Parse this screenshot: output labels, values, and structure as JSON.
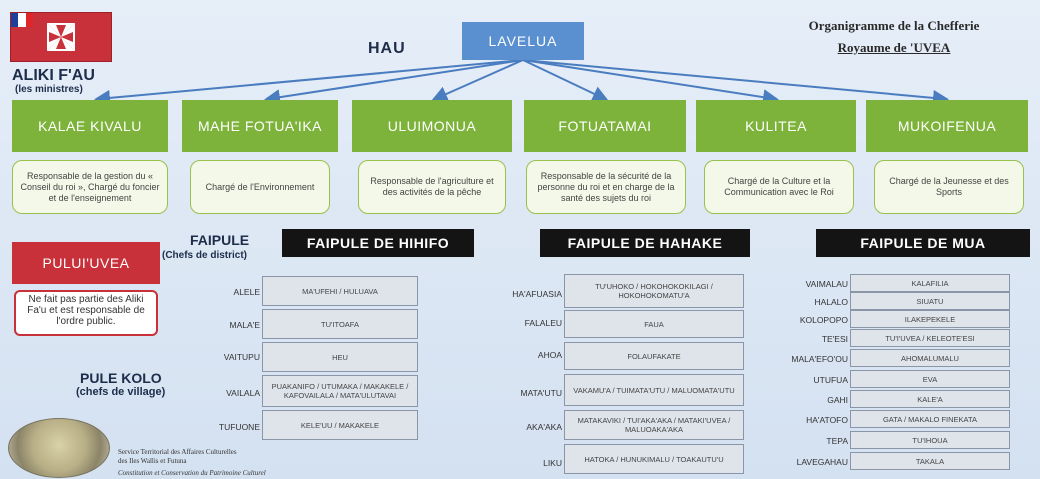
{
  "header": {
    "hau": "HAU",
    "lavelua": "LAVELUA",
    "org_title_line1": "Organigramme de la Chefferie",
    "org_title_line2": "Royaume de 'UVEA"
  },
  "aliki": {
    "title": "ALIKI F'AU",
    "subtitle": "(les ministres)"
  },
  "ministers": [
    {
      "name": "KALAE KIVALU",
      "desc": "Responsable de la gestion du « Conseil du roi », Chargé du foncier et de l'enseignement"
    },
    {
      "name": "MAHE FOTUA'IKA",
      "desc": "Chargé de l'Environnement"
    },
    {
      "name": "ULUIMONUA",
      "desc": "Responsable de l'agriculture et des activités de la pêche"
    },
    {
      "name": "FOTUATAMAI",
      "desc": "Responsable de la sécurité de la personne du roi et en charge de la santé des sujets du roi"
    },
    {
      "name": "KULITEA",
      "desc": "Chargé de la Culture et la Communication avec le Roi"
    },
    {
      "name": "MUKOIFENUA",
      "desc": "Chargé de la Jeunesse et des Sports"
    }
  ],
  "pului": {
    "title": "PULUI'UVEA",
    "note": "Ne fait pas partie des Aliki Fa'u et est responsable de l'ordre public."
  },
  "faipule": {
    "title": "FAIPULE",
    "subtitle": "(Chefs de district)"
  },
  "pulekolo": {
    "title": "PULE KOLO",
    "subtitle": "(chefs de village)"
  },
  "districts": [
    {
      "name": "FAIPULE DE HIHIFO",
      "villages": [
        {
          "label": "ALELE",
          "chiefs": "MA'UFEHI / HULUAVA"
        },
        {
          "label": "MALA'E",
          "chiefs": "TU'ITOAFA"
        },
        {
          "label": "VAITUPU",
          "chiefs": "HEU"
        },
        {
          "label": "VAILALA",
          "chiefs": "PUAKANIFO / UTUMAKA / MAKAKELE / KAFOVAILALA / MATA'ULUTAVAI"
        },
        {
          "label": "TUFUONE",
          "chiefs": "KELE'UU / MAKAKELE"
        }
      ]
    },
    {
      "name": "FAIPULE DE HAHAKE",
      "villages": [
        {
          "label": "HA'AFUASIA",
          "chiefs": "TU'UHOKO / HOKOHOKOKILAGI / HOKOHOKOMATU'A"
        },
        {
          "label": "FALALEU",
          "chiefs": "FAUA"
        },
        {
          "label": "AHOA",
          "chiefs": "FOLAUFAKATE"
        },
        {
          "label": "MATA'UTU",
          "chiefs": "VAKAMU'A / TUIMATA'UTU / MALUOMATA'UTU"
        },
        {
          "label": "AKA'AKA",
          "chiefs": "MATAKAVIKI / TUI'AKA'AKA / MATAKI'UVEA / MALUOAKA'AKA"
        },
        {
          "label": "LIKU",
          "chiefs": "HATOKA / HUNUKIMALU / TOAKAUTU'U"
        }
      ]
    },
    {
      "name": "FAIPULE DE MUA",
      "villages": [
        {
          "label": "VAIMALAU",
          "chiefs": "KALAFILIA"
        },
        {
          "label": "HALALO",
          "chiefs": "SIUATU"
        },
        {
          "label": "KOLOPOPO",
          "chiefs": "ILAKEPEKELE"
        },
        {
          "label": "TE'ESI",
          "chiefs": "TU'I'UVEA / KELEOTE'ESI"
        },
        {
          "label": "MALA'EFO'OU",
          "chiefs": "AHOMALUMALU"
        },
        {
          "label": "UTUFUA",
          "chiefs": "EVA"
        },
        {
          "label": "GAHI",
          "chiefs": "KALE'A"
        },
        {
          "label": "HA'ATOFO",
          "chiefs": "GATA / MAKALO FINEKATA"
        },
        {
          "label": "TEPA",
          "chiefs": "TU'IHOUA"
        },
        {
          "label": "LAVEGAHAU",
          "chiefs": "TAKALA"
        }
      ]
    }
  ],
  "footer": {
    "line1": "Service Territorial des Affaires Culturelles",
    "line2": "des Iles Wallis et Futuna",
    "line3": "Constitution et Conservation du Patrimoine Culturel"
  },
  "colors": {
    "ministers": "#7db33a",
    "lavelua": "#5a8fd0",
    "pului": "#c8313a",
    "district_header": "#141414"
  }
}
